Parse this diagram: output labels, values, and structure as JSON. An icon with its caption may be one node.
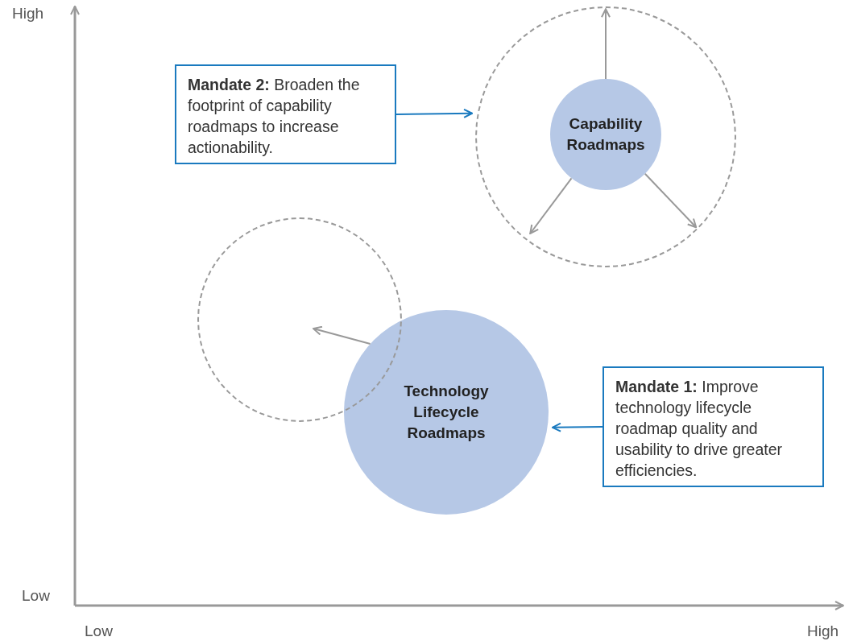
{
  "diagram": {
    "nodes": [
      {
        "text": [
          "**Mandate 2:** Broaden the footprint of capability roadmaps to increase actionability."
        ]
      },
      {
        "text": [],
        "shape": "circle"
      },
      {
        "text": [
          "Capability Roadmaps"
        ],
        "in": 1
      },
      {
        "text": [],
        "shape": "circle"
      },
      {
        "text": [
          "Technology Lifecycle Roadmaps"
        ]
      },
      {
        "text": [
          "**Mandate 1:** Improve technology lifecycle roadmap quality and usability to drive greater efficiencies."
        ]
      }
    ],
    "edges": [
      {
        "from": 0,
        "to": 1,
        "arrow": "to",
        "color": "#1a7abf"
      },
      {
        "from": 2,
        "to": 1,
        "arrow": "to"
      },
      {
        "from": 2,
        "to": 1,
        "arrow": "to"
      },
      {
        "from": 2,
        "to": 1,
        "arrow": "to"
      },
      {
        "from": 4,
        "to": 3,
        "arrow": "to"
      },
      {
        "from": 5,
        "to": 4,
        "arrow": "to",
        "color": "#1a7abf"
      }
    ],
    "labels": [
      "High",
      "Low",
      "Low",
      "High"
    ]
  }
}
